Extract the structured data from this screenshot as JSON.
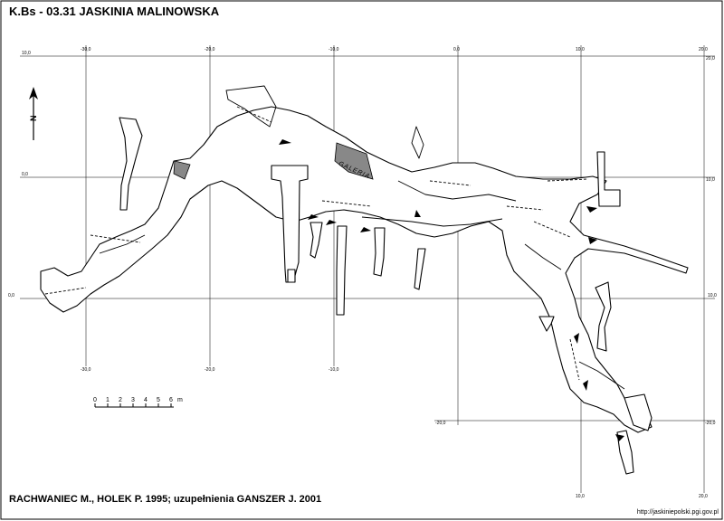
{
  "title": "K.Bs - 03.31  JASKINIA MALINOWSKA",
  "credits": "RACHWANIEC M., HOLEK P. 1995; uzupełnienia GANSZER J. 2001",
  "source": "http://jaskiniepolski.pgi.gov.pl",
  "north_label": "N",
  "passage_label": "GALERIA",
  "scale": {
    "labels": [
      "0",
      "1",
      "2",
      "3",
      "4",
      "5",
      "6"
    ],
    "unit": "m"
  },
  "grid_ticks": {
    "top": [
      "-30,0",
      "-20,0",
      "-10,0",
      "0,0",
      "10,0",
      "20,0"
    ],
    "left": [
      "10,0",
      "0,0",
      "0,0"
    ],
    "right": [
      "20,0",
      "10,0",
      "10,0"
    ],
    "bottom_row": [
      "-30,0",
      "-20,0",
      "-10,0"
    ],
    "lower_right": [
      "-20,0",
      "-20,0",
      "10,0",
      "20,0"
    ]
  }
}
